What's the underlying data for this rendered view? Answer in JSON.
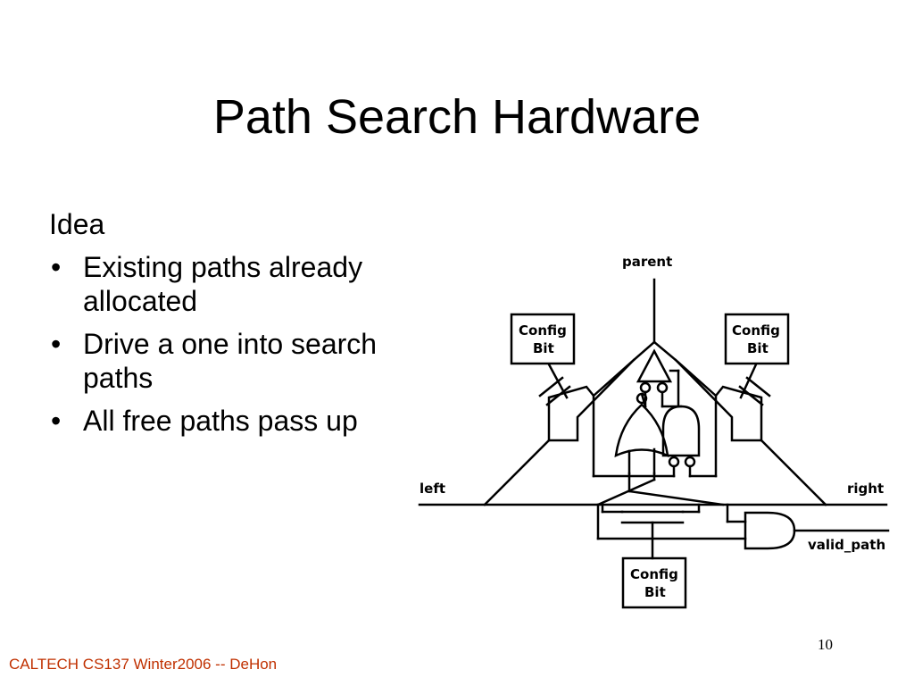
{
  "slide": {
    "title": "Path Search Hardware",
    "idea_label": "Idea",
    "bullets": [
      "Existing paths already allocated",
      "Drive a one into search paths",
      "All free paths pass up"
    ],
    "bullet_glyph": "•",
    "footer": "CALTECH CS137 Winter2006 -- DeHon",
    "page_number": "10",
    "footer_color": "#c03000"
  },
  "diagram": {
    "labels": {
      "parent": "parent",
      "left": "left",
      "right": "right",
      "valid_path": "valid_path"
    },
    "config_bit_line1": "Config",
    "config_bit_line2": "Bit"
  }
}
